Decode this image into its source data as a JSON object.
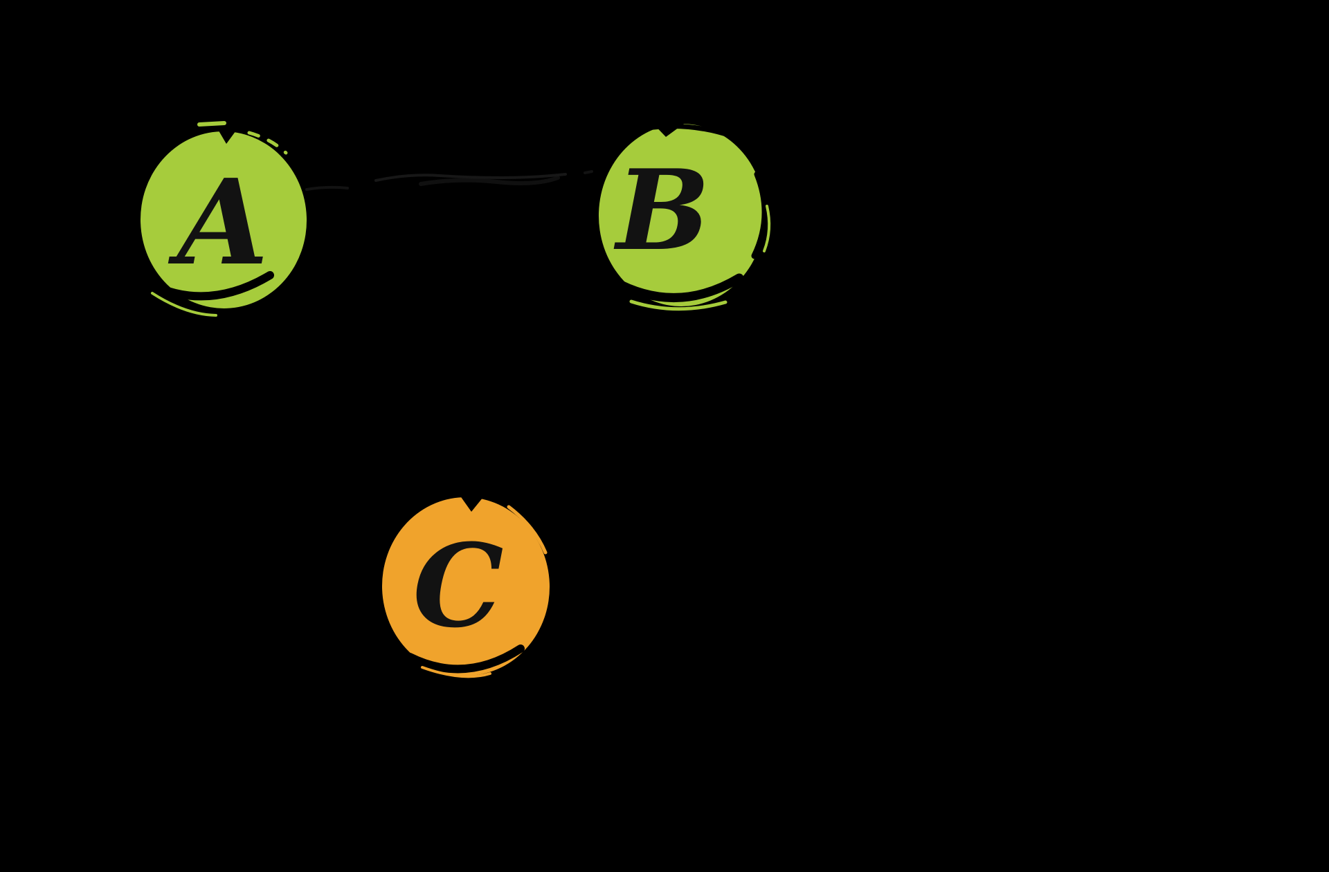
{
  "canvas": {
    "background_color": "#000000"
  },
  "nodes": {
    "a": {
      "label": "A",
      "fill_color": "#a6cc3c",
      "label_color": "#121212"
    },
    "b": {
      "label": "B",
      "fill_color": "#a6cc3c",
      "label_color": "#121212"
    },
    "c": {
      "label": "C",
      "fill_color": "#f0a32c",
      "label_color": "#121212"
    }
  },
  "edges": {
    "a_b": {
      "from": "A",
      "to": "B",
      "color": "#1a1a1a",
      "style": "faint hand-drawn sketch line"
    }
  }
}
